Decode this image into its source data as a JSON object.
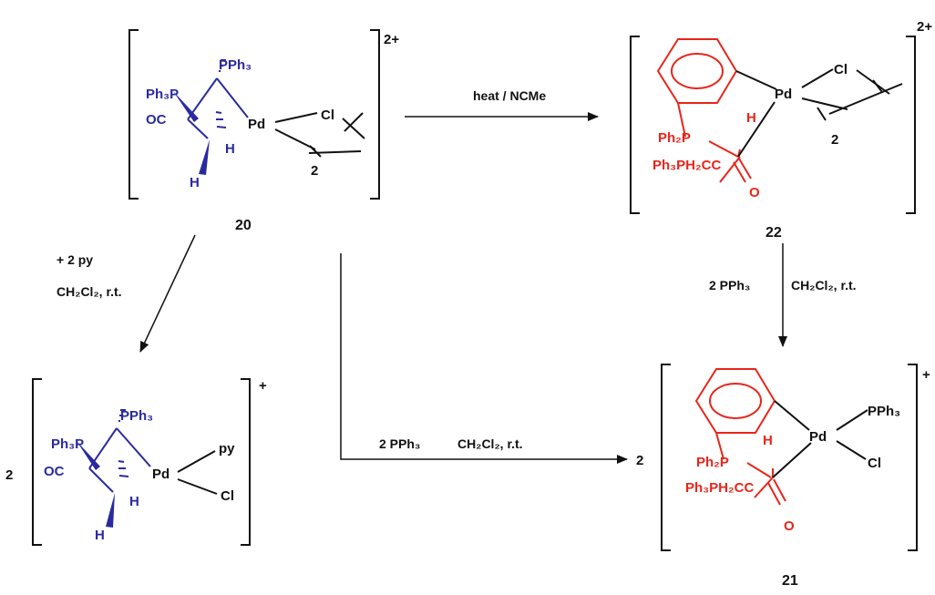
{
  "colors": {
    "ink": "#111111",
    "ylide": "#2a2aa0",
    "metalated": "#e8251a"
  },
  "compounds": {
    "c20": {
      "number": "20",
      "charge": "2+",
      "dimer": "2",
      "pph3_top": "PPh₃",
      "ph3p": "Ph₃P",
      "oc": "OC",
      "pd": "Pd",
      "cl": "Cl",
      "h1": "H",
      "h2": "H"
    },
    "c22": {
      "number": "22",
      "charge": "2+",
      "dimer": "2",
      "ph2p": "Ph₂P",
      "h": "H",
      "pd": "Pd",
      "cl": "Cl",
      "chain": "Ph₃PH₂CC",
      "o": "O"
    },
    "c21": {
      "number": "21",
      "charge": "+",
      "coef": "2",
      "ph2p": "Ph₂P",
      "h": "H",
      "pd": "Pd",
      "pph3": "PPh₃",
      "cl": "Cl",
      "chain": "Ph₃PH₂CC",
      "o": "O"
    },
    "cpy": {
      "charge": "+",
      "coef": "2",
      "pph3_top": "PPh₃",
      "ph3p": "Ph₃P",
      "oc": "OC",
      "pd": "Pd",
      "py": "py",
      "cl": "Cl",
      "h1": "H",
      "h2": "H"
    }
  },
  "arrows": {
    "heat": {
      "label": "heat / NCMe"
    },
    "py": {
      "line1": "+ 2 py",
      "line2": "CH₂Cl₂, r.t."
    },
    "to21_from22": {
      "left": "2 PPh₃",
      "right": "CH₂Cl₂, r.t."
    },
    "to21_from20": {
      "left": "2 PPh₃",
      "right": "CH₂Cl₂, r.t."
    }
  }
}
